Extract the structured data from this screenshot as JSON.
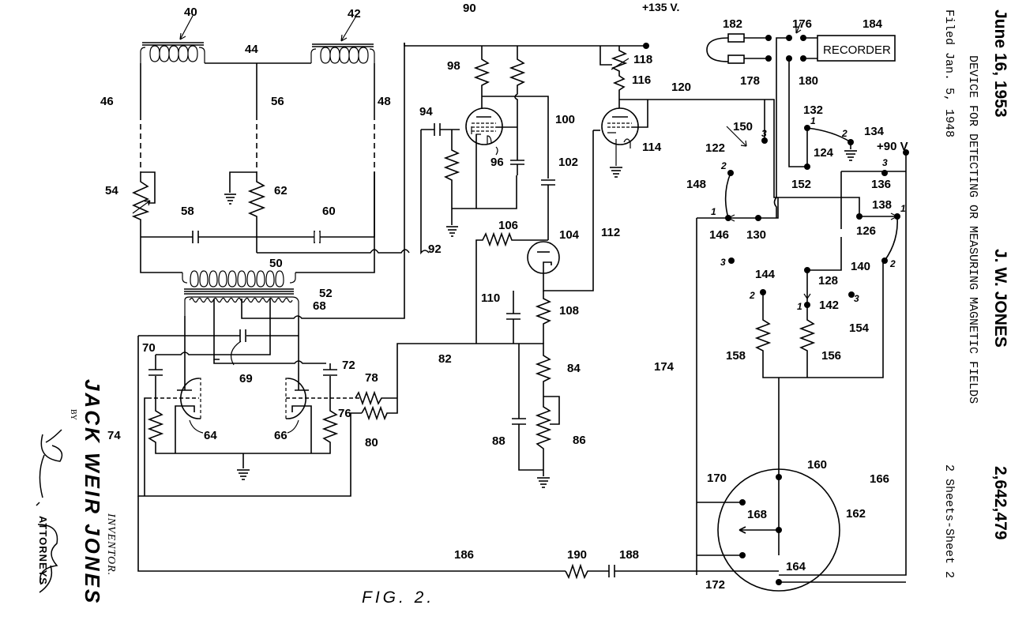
{
  "header": {
    "issue_date": "June 16, 1953",
    "inventor_short": "J. W. JONES",
    "patent_number": "2,642,479",
    "filed": "Filed Jan. 5, 1948",
    "title": "DEVICE FOR DETECTING OR MEASURING MAGNETIC FIELDS",
    "sheets": "2 Sheets-Sheet 2"
  },
  "signature_block": {
    "inventor_name": "JACK WEIR JONES",
    "inventor_role": "INVENTOR.",
    "by": "BY",
    "signature": "Brown, Harding",
    "attorneys": "ATTORNEYS"
  },
  "figure_label": "FIG. 2.",
  "schematic": {
    "supply_labels": {
      "plus135": "+135 V.",
      "plus90": "+90 V"
    },
    "recorder_label": "RECORDER",
    "reference_numerals": {
      "n40": "40",
      "n42": "42",
      "n44": "44",
      "n46": "46",
      "n48": "48",
      "n50": "50",
      "n52": "52",
      "n54": "54",
      "n56": "56",
      "n58": "58",
      "n60": "60",
      "n62": "62",
      "n64": "64",
      "n66": "66",
      "n68": "68",
      "n69": "69",
      "n70": "70",
      "n72": "72",
      "n74": "74",
      "n76": "76",
      "n78": "78",
      "n80": "80",
      "n82": "82",
      "n84": "84",
      "n86": "86",
      "n88": "88",
      "n90": "90",
      "n92": "92",
      "n94": "94",
      "n96": "96",
      "n98": "98",
      "n100": "100",
      "n102": "102",
      "n104": "104",
      "n106": "106",
      "n108": "108",
      "n110": "110",
      "n112": "112",
      "n114": "114",
      "n116": "116",
      "n118": "118",
      "n120": "120",
      "n122": "122",
      "n124": "124",
      "n126": "126",
      "n128": "128",
      "n130": "130",
      "n132": "132",
      "n134": "134",
      "n136": "136",
      "n138": "138",
      "n140": "140",
      "n142": "142",
      "n144": "144",
      "n146": "146",
      "n148": "148",
      "n150": "150",
      "n152": "152",
      "n154": "154",
      "n156": "156",
      "n158": "158",
      "n160": "160",
      "n162": "162",
      "n164": "164",
      "n166": "166",
      "n168": "168",
      "n170": "170",
      "n172": "172",
      "n174": "174",
      "n176": "176",
      "n178": "178",
      "n180": "180",
      "n182": "182",
      "n184": "184",
      "n186": "186",
      "n188": "188",
      "n190": "190"
    },
    "switch_positions": {
      "p1": "1",
      "p2": "2",
      "p3": "3"
    }
  }
}
